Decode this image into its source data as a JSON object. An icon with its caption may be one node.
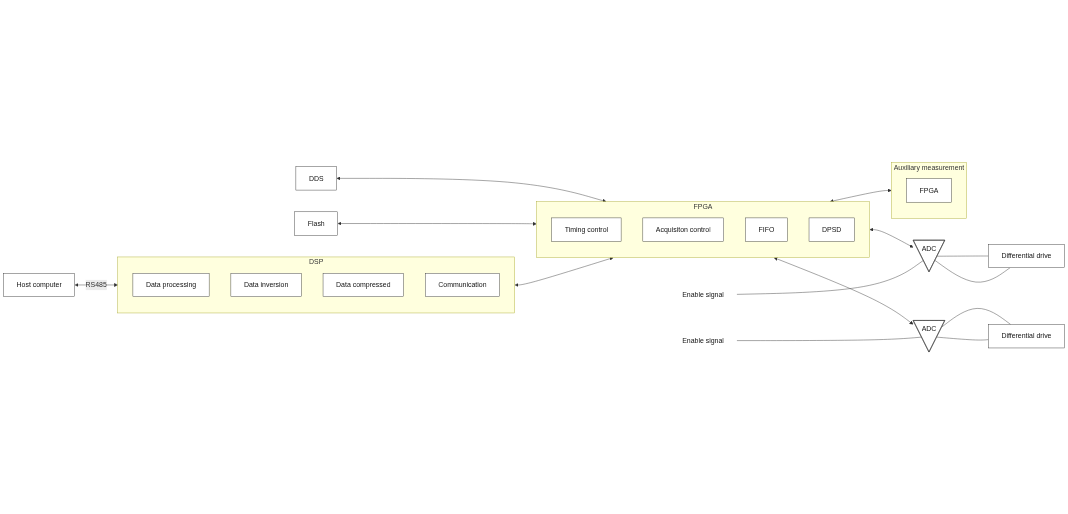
{
  "diagram": {
    "nodes": [
      {
        "text": [
          "Host computer"
        ]
      },
      {
        "text": [
          "DSP"
        ]
      },
      {
        "text": [
          "Data processing"
        ],
        "in": 1
      },
      {
        "text": [
          "Data inversion"
        ],
        "in": 1
      },
      {
        "text": [
          "Data compressed"
        ],
        "in": 1
      },
      {
        "text": [
          "Communication"
        ],
        "in": 1
      },
      {
        "text": [
          "Flash"
        ]
      },
      {
        "text": [
          "DDS"
        ]
      },
      {
        "text": [
          "FPGA"
        ]
      },
      {
        "text": [
          "Timing control"
        ],
        "in": 8
      },
      {
        "text": [
          "Acquisiton control"
        ],
        "in": 8
      },
      {
        "text": [
          "FIFO"
        ],
        "in": 8
      },
      {
        "text": [
          "DPSD"
        ],
        "in": 8
      },
      {
        "text": [
          "Enable signal"
        ]
      },
      {
        "text": [
          "ADC"
        ]
      },
      {
        "text": [
          "Differential drive"
        ]
      },
      {
        "text": [
          "Enable signal"
        ]
      },
      {
        "text": [
          "ADC"
        ]
      },
      {
        "text": [
          "Differential drive"
        ]
      },
      {
        "text": [
          "Auxiliary measurement"
        ]
      },
      {
        "text": [
          "FPGA"
        ],
        "in": 19
      }
    ],
    "edges": [
      {
        "from": 0,
        "to": 1,
        "arrow": "both",
        "label": "RS485"
      },
      {
        "from": 1,
        "to": 8,
        "arrow": "both"
      },
      {
        "from": 6,
        "to": 8,
        "arrow": "both"
      },
      {
        "from": 7,
        "to": 8,
        "arrow": "both"
      },
      {
        "from": 8,
        "to": 14,
        "arrow": "both"
      },
      {
        "from": 13,
        "to": 14,
        "arrow": "none"
      },
      {
        "from": 14,
        "to": 15,
        "arrow": "none"
      },
      {
        "from": 14,
        "to": 15,
        "arrow": "none"
      },
      {
        "from": 8,
        "to": 17,
        "arrow": "both"
      },
      {
        "from": 16,
        "to": 17,
        "arrow": "none"
      },
      {
        "from": 17,
        "to": 18,
        "arrow": "none"
      },
      {
        "from": 17,
        "to": 18,
        "arrow": "none"
      },
      {
        "from": 8,
        "to": 19,
        "arrow": "both"
      }
    ]
  }
}
